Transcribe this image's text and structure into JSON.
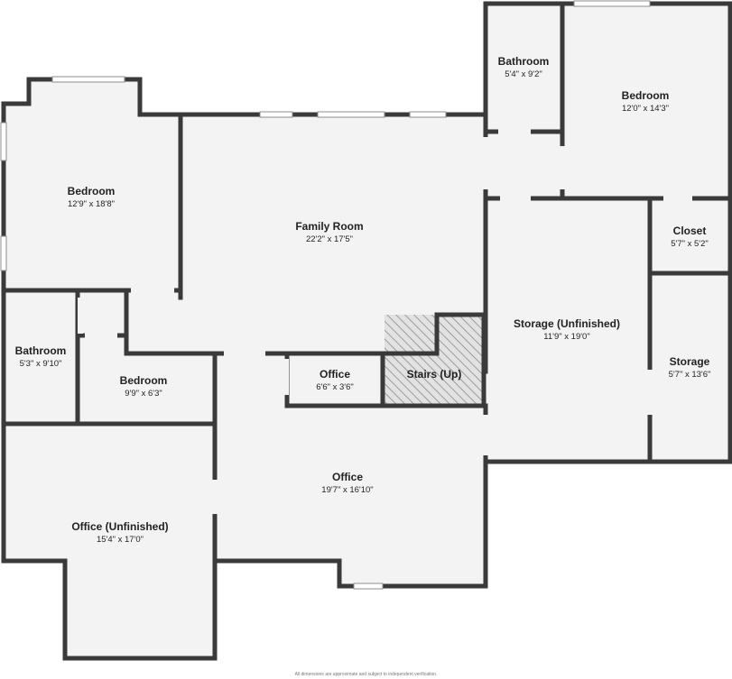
{
  "plan": {
    "rooms": [
      {
        "id": "bathroom-top",
        "name": "Bathroom",
        "dims": "5'4\" x 9'2\""
      },
      {
        "id": "bedroom-top-right",
        "name": "Bedroom",
        "dims": "12'0\" x 14'3\""
      },
      {
        "id": "bedroom-left",
        "name": "Bedroom",
        "dims": "12'9\" x 18'8\""
      },
      {
        "id": "family-room",
        "name": "Family Room",
        "dims": "22'2\" x 17'5\""
      },
      {
        "id": "closet",
        "name": "Closet",
        "dims": "5'7\" x 5'2\""
      },
      {
        "id": "storage-unfinished",
        "name": "Storage (Unfinished)",
        "dims": "11'9\" x 19'0\""
      },
      {
        "id": "storage",
        "name": "Storage",
        "dims": "5'7\" x 13'6\""
      },
      {
        "id": "bathroom-left",
        "name": "Bathroom",
        "dims": "5'3\" x 9'10\""
      },
      {
        "id": "bedroom-small",
        "name": "Bedroom",
        "dims": "9'9\" x 6'3\""
      },
      {
        "id": "office-small",
        "name": "Office",
        "dims": "6'6\" x 3'6\""
      },
      {
        "id": "stairs",
        "name": "Stairs (Up)",
        "dims": ""
      },
      {
        "id": "office-main",
        "name": "Office",
        "dims": "19'7\" x 16'10\""
      },
      {
        "id": "office-unfinished",
        "name": "Office (Unfinished)",
        "dims": "15'4\" x 17'0\""
      }
    ],
    "colors": {
      "wall": "#3a3a3a",
      "floor": "#f3f3f3",
      "stairs_hatch": "#8a8a8a"
    }
  },
  "footer": {
    "disclaimer": "All dimensions are approximate and subject to independent verification."
  }
}
